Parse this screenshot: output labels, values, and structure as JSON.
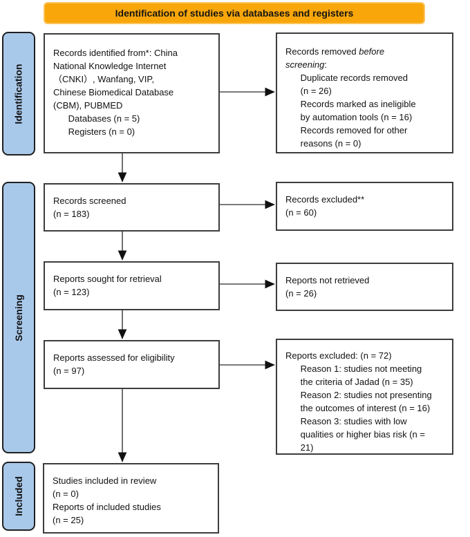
{
  "banner": {
    "label": "Identification of studies via databases and registers",
    "bg_color": "#F8A60A",
    "border_color": "#FBC45C"
  },
  "sidebar": {
    "fill_color": "#A9C9EA",
    "stages": [
      {
        "label": "Identification"
      },
      {
        "label": "Screening"
      },
      {
        "label": "Included"
      }
    ]
  },
  "boxes": {
    "identified": {
      "lines": [
        "Records identified from*: China",
        "National Knowledge Internet",
        "（CNKI）, Wanfang, VIP,",
        "Chinese Biomedical Database",
        "(CBM), PUBMED",
        "      Databases (n = 5)",
        "      Registers (n = 0)"
      ]
    },
    "removed_before_screening": {
      "prefix": "Records removed ",
      "italic_line1": "before",
      "italic_line2": "screening",
      "suffix": ":",
      "details": [
        "      Duplicate records removed",
        "      (n = 26)",
        "      Records marked as ineligible",
        "      by automation tools (n = 16)",
        "      Records removed for other",
        "      reasons (n = 0)"
      ]
    },
    "screened": {
      "lines": [
        "Records screened",
        "(n = 183)"
      ]
    },
    "records_excluded": {
      "lines": [
        "Records excluded**",
        "(n = 60)"
      ]
    },
    "sought": {
      "lines": [
        "Reports sought for retrieval",
        "(n = 123)"
      ]
    },
    "not_retrieved": {
      "lines": [
        "Reports not retrieved",
        "(n = 26)"
      ]
    },
    "assessed": {
      "lines": [
        "Reports assessed for eligibility",
        "(n = 97)"
      ]
    },
    "reports_excluded": {
      "lines": [
        "Reports excluded: (n = 72)",
        "      Reason 1: studies not meeting",
        "      the criteria of Jadad (n = 35)",
        "      Reason 2: studies not presenting",
        "      the outcomes of interest (n = 16)",
        "      Reason 3: studies with low",
        "      qualities or higher bias risk (n =",
        "      21)"
      ]
    },
    "included": {
      "lines": [
        "Studies included in review",
        "(n = 0)",
        "Reports of included studies",
        "(n = 25)"
      ]
    }
  }
}
